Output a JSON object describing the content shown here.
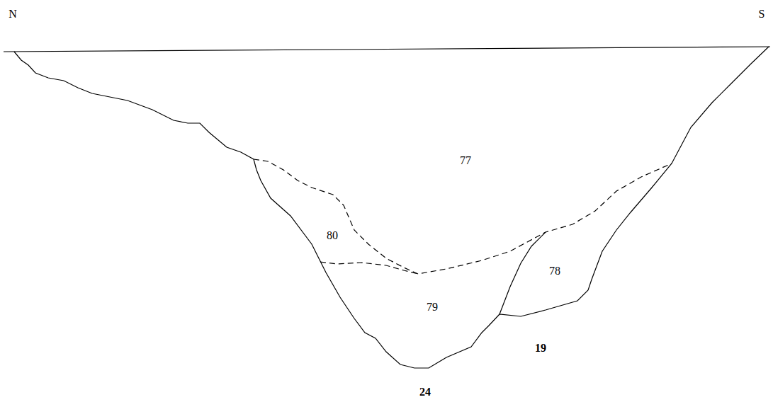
{
  "diagram": {
    "labels": [
      "N",
      "S",
      "77",
      "80",
      "78",
      "79",
      "19",
      "24"
    ]
  }
}
